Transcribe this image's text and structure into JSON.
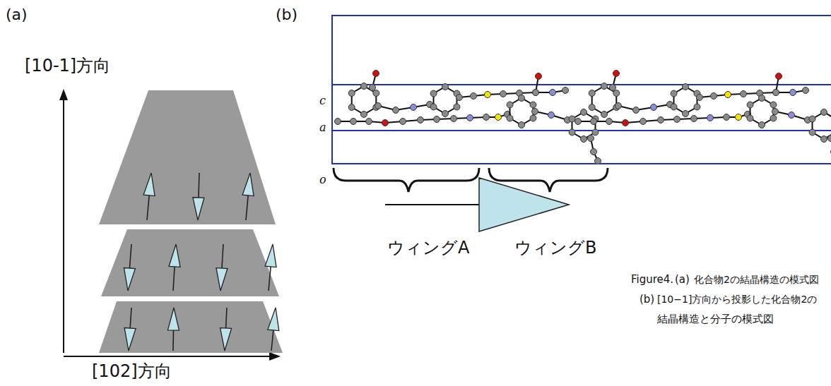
{
  "diagram": {
    "labels": [
      "(a)",
      "(b)",
      "[10-1]方向",
      "c",
      "a",
      "o",
      "ウィングA",
      "ウィングB",
      "Figure4.",
      "(a)",
      "化合物2の結晶構造の模式図",
      "(b)",
      "[10−1]方向から投影した化合物2の",
      "結晶構造と分子の模式図",
      "[102]方向"
    ]
  }
}
